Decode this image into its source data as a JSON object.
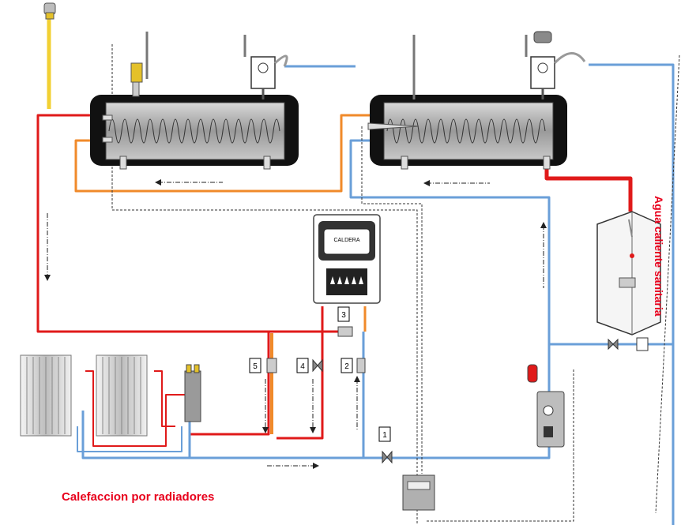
{
  "labels": {
    "heating": "Calefaccion por radiadores",
    "dhw": "Agua caliente sanitaria",
    "boiler": "CALDERA"
  },
  "valves": [
    "1",
    "2",
    "3",
    "4",
    "5"
  ],
  "colors": {
    "hot": "#e01a1a",
    "warm": "#f08a2a",
    "cold": "#6a9fd8",
    "gas": "#f2d033",
    "tank": "#8a8a8a",
    "label": "#e8001c"
  }
}
